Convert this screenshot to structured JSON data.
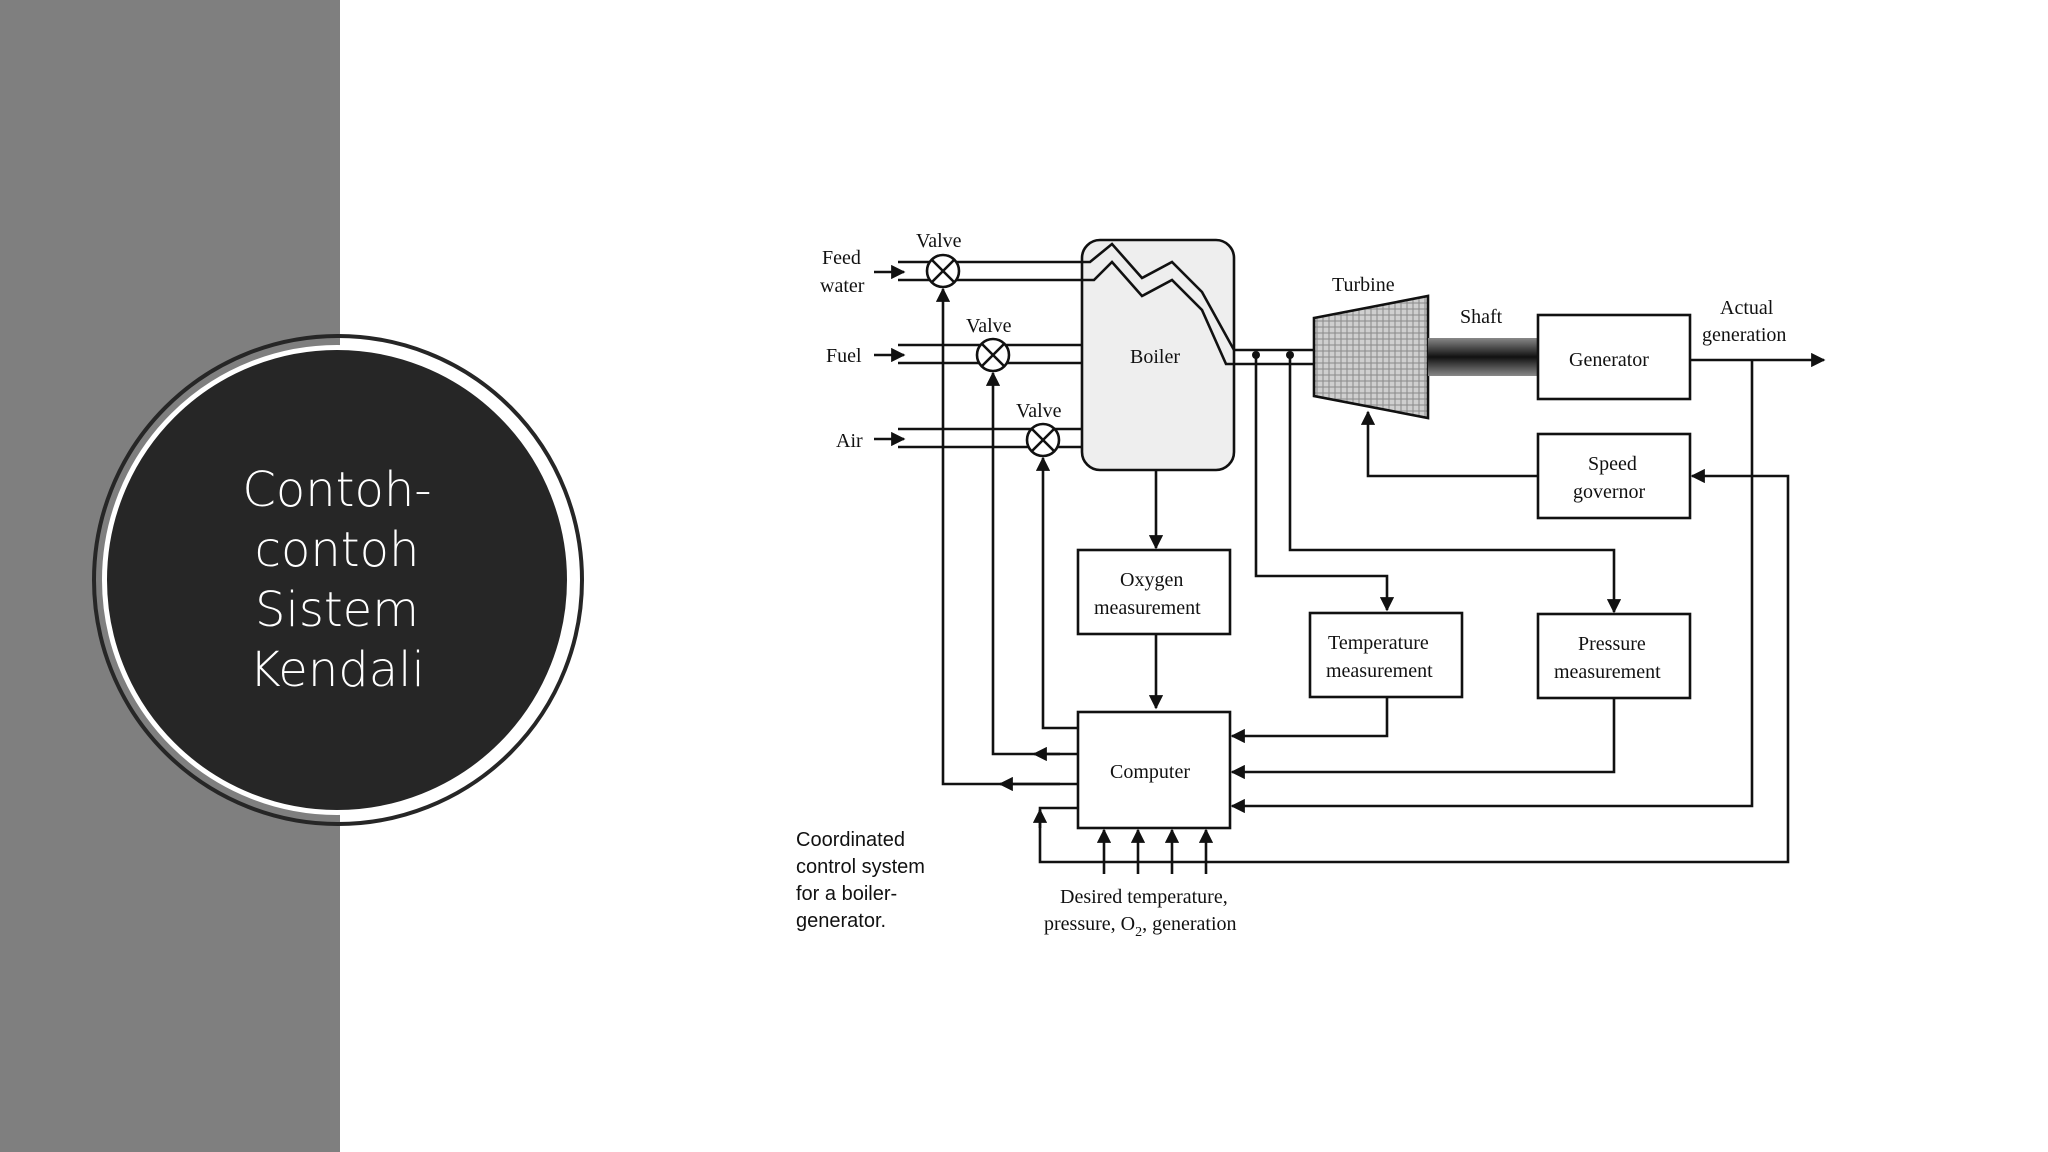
{
  "slide": {
    "title_lines": [
      "Contoh-",
      "contoh",
      "Sistem",
      "Kendali"
    ]
  },
  "diagram": {
    "inputs": {
      "feed_water": [
        "Feed",
        "water"
      ],
      "fuel": "Fuel",
      "air": "Air"
    },
    "valve_label": "Valve",
    "boiler": "Boiler",
    "turbine": "Turbine",
    "shaft": "Shaft",
    "generator": "Generator",
    "output": [
      "Actual",
      "generation"
    ],
    "speed_governor": [
      "Speed",
      "governor"
    ],
    "oxygen": [
      "Oxygen",
      "measurement"
    ],
    "temperature": [
      "Temperature",
      "measurement"
    ],
    "pressure": [
      "Pressure",
      "measurement"
    ],
    "computer": "Computer",
    "setpoints": [
      "Desired temperature,",
      "pressure, O",
      "2",
      ", generation"
    ],
    "caption": [
      "Coordinated",
      "control system",
      "for a boiler-",
      "generator."
    ]
  }
}
